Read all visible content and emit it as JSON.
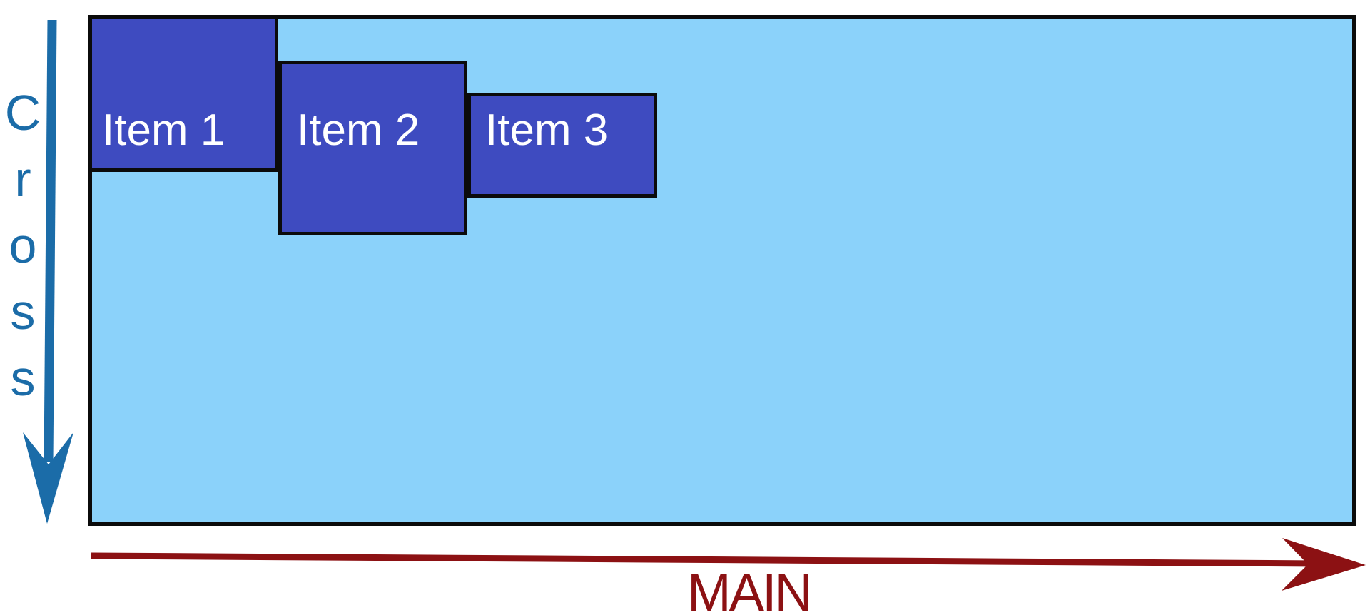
{
  "container": {
    "items": [
      {
        "label": "Item 1"
      },
      {
        "label": "Item 2"
      },
      {
        "label": "Item 3"
      }
    ]
  },
  "axes": {
    "cross": {
      "label": "Cross",
      "letters": [
        "C",
        "r",
        "o",
        "s",
        "s"
      ],
      "direction": "down",
      "color": "#1B6CA8"
    },
    "main": {
      "label": "MAIN",
      "direction": "right",
      "color": "#8C1113"
    }
  },
  "colors": {
    "background": "#FFFFFF",
    "container_fill": "#8BD2FA",
    "item_fill": "#3E4BC0",
    "item_text": "#FFFFFF",
    "outline": "#0B0B0B"
  }
}
